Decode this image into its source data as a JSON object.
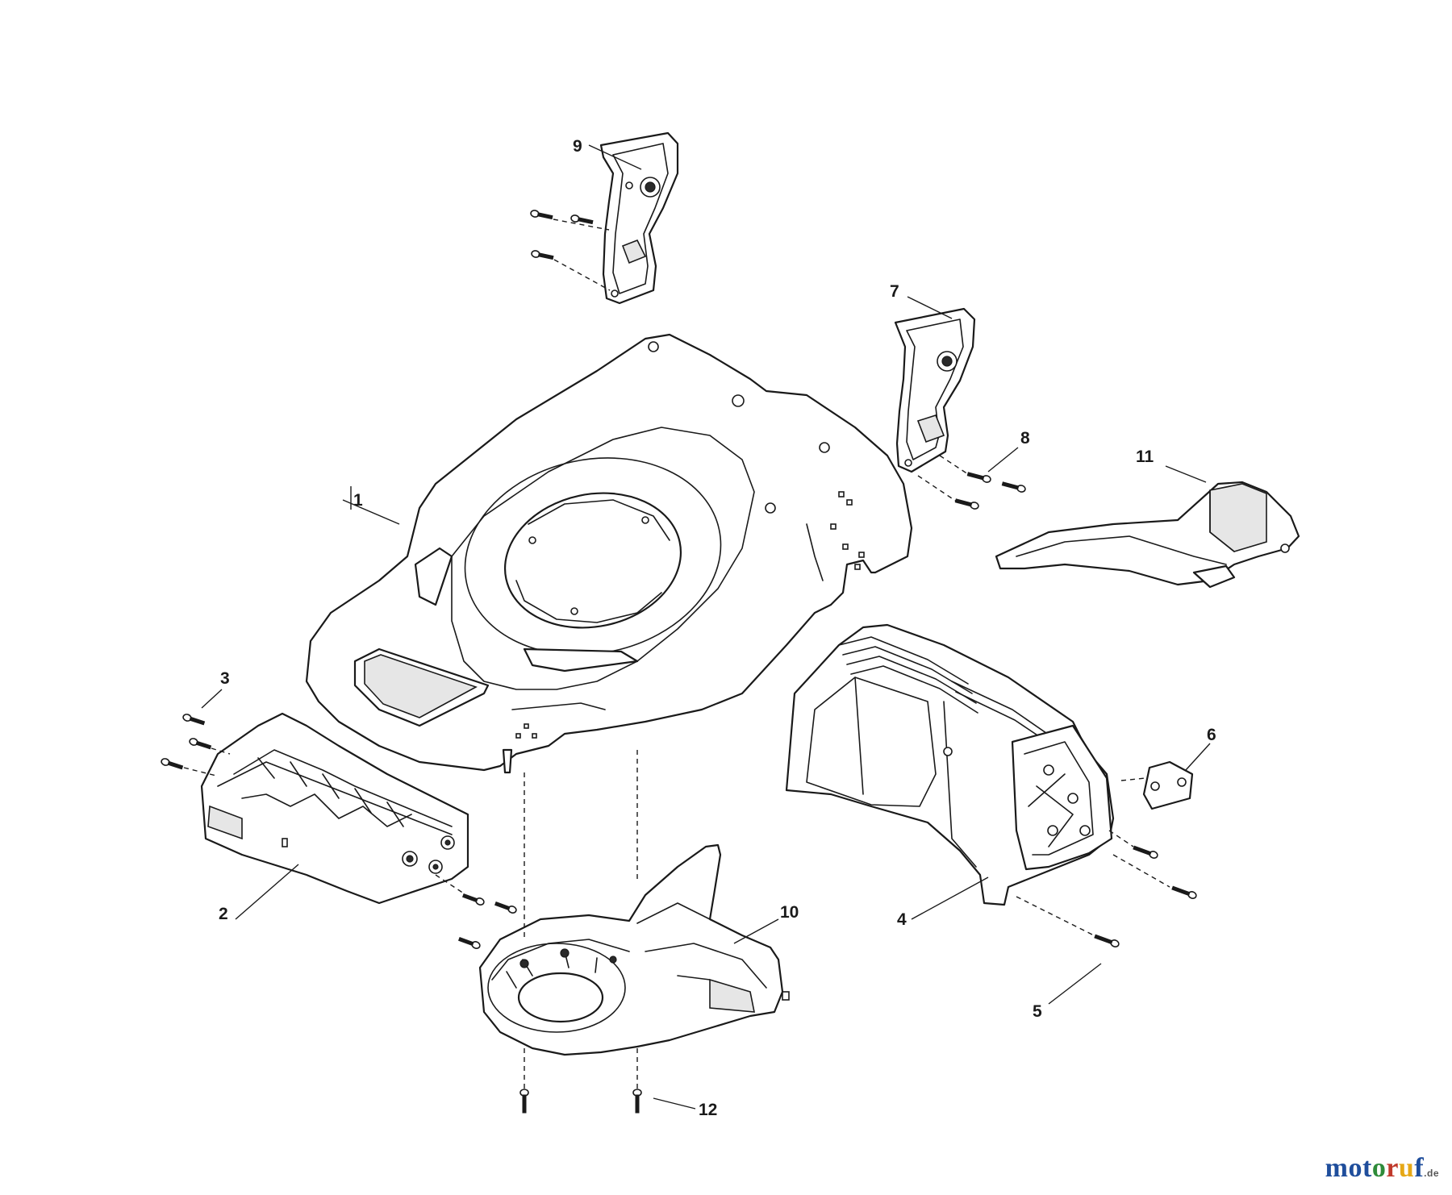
{
  "diagram": {
    "callouts": [
      "1",
      "2",
      "3",
      "4",
      "5",
      "6",
      "7",
      "8",
      "9",
      "10",
      "11",
      "12"
    ]
  },
  "watermark": {
    "letters": [
      {
        "char": "m",
        "color": "#1f4e9c"
      },
      {
        "char": "o",
        "color": "#1f4e9c"
      },
      {
        "char": "t",
        "color": "#1f4e9c"
      },
      {
        "char": "o",
        "color": "#2e8b3a"
      },
      {
        "char": "r",
        "color": "#c0392b"
      },
      {
        "char": "u",
        "color": "#e6a817"
      },
      {
        "char": "f",
        "color": "#1f4e9c"
      }
    ],
    "text": "motoruf",
    "suffix": ".de"
  }
}
